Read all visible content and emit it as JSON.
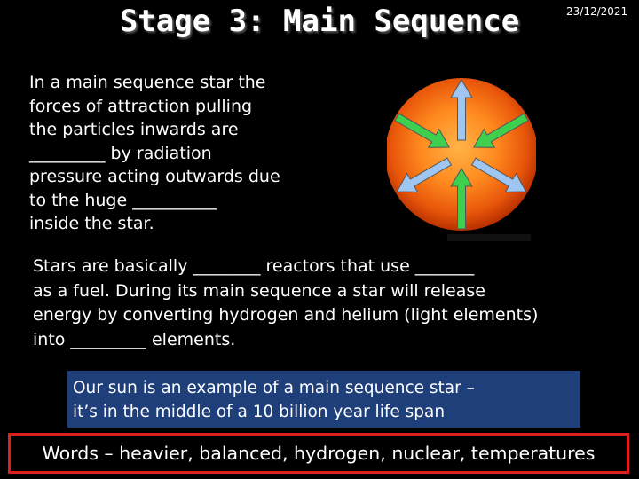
{
  "slide": {
    "title": "Stage 3: Main Sequence",
    "date": "23/12/2021"
  },
  "paragraph1": {
    "lines": [
      "In a main sequence star the",
      "forces of attraction pulling",
      "the particles inwards are",
      "_________ by radiation",
      "pressure acting outwards due",
      "to the huge __________",
      "inside the star."
    ]
  },
  "paragraph2": {
    "lines": [
      "Stars are basically ________ reactors that use _______",
      "as a fuel.  During its main sequence a star will release",
      "energy by converting hydrogen and helium (light elements)",
      "into _________ elements."
    ]
  },
  "sun_note": {
    "lines": [
      "Our sun is an example of a main sequence star –",
      "it’s in the middle of a 10 billion year life span"
    ]
  },
  "word_bank": {
    "text": "Words – heavier, balanced, hydrogen, nuclear, temperatures"
  },
  "diagram": {
    "arrows": [
      {
        "kind": "outward",
        "color": "#9ec6f0"
      },
      {
        "kind": "outward",
        "color": "#9ec6f0"
      },
      {
        "kind": "outward",
        "color": "#9ec6f0"
      },
      {
        "kind": "inward",
        "color": "#3fcf4f"
      },
      {
        "kind": "inward",
        "color": "#3fcf4f"
      },
      {
        "kind": "inward",
        "color": "#3fcf4f"
      }
    ]
  }
}
